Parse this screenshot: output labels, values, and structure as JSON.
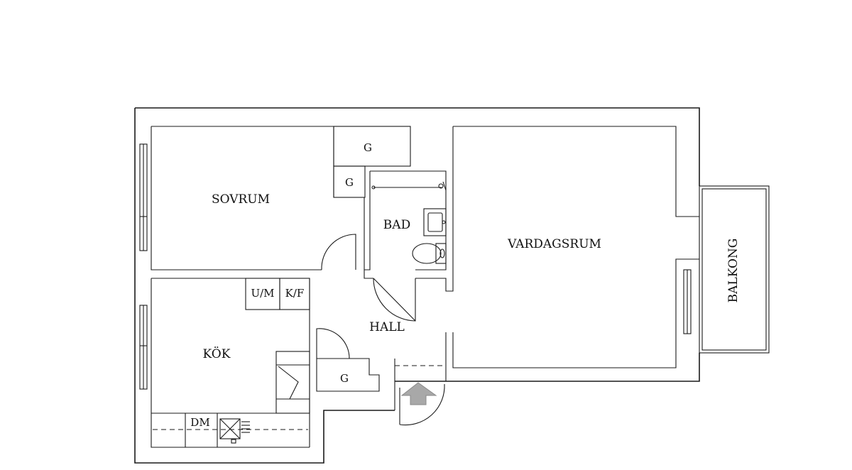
{
  "floorplan": {
    "rooms": {
      "sovrum": "SOVRUM",
      "vardagsrum": "VARDAGSRUM",
      "kok": "KÖK",
      "bad": "BAD",
      "hall": "HALL",
      "balkong": "BALKONG"
    },
    "fixtures": {
      "closet_top": "G",
      "closet_mid": "G",
      "closet_hall": "G",
      "washer_dryer": "U/M",
      "fridge_freezer": "K/F",
      "dishwasher": "DM"
    },
    "entrance_icon": "entrance-arrow-icon"
  }
}
